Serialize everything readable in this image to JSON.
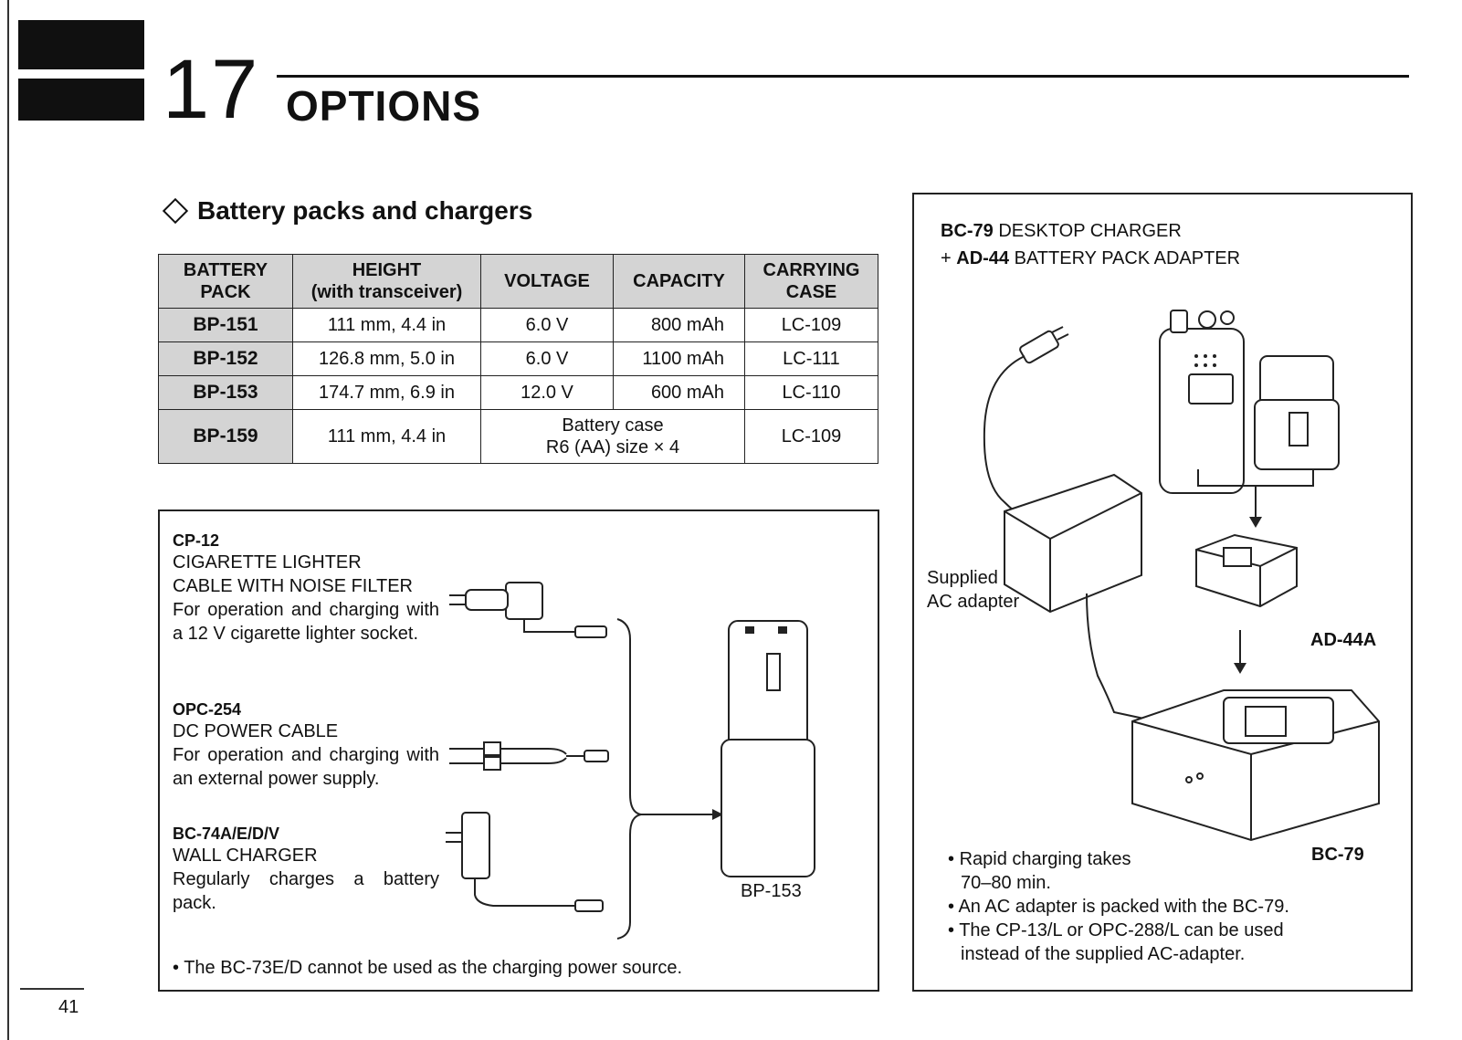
{
  "header": {
    "chapter_number": "17",
    "chapter_title": "OPTIONS"
  },
  "section": {
    "heading": "Battery packs and chargers"
  },
  "table": {
    "headers": [
      {
        "line1": "BATTERY",
        "line2": "PACK"
      },
      {
        "line1": "HEIGHT",
        "line2": "(with transceiver)"
      },
      {
        "line1": "VOLTAGE",
        "line2": ""
      },
      {
        "line1": "CAPACITY",
        "line2": ""
      },
      {
        "line1": "CARRYING",
        "line2": "CASE"
      }
    ],
    "rows": [
      {
        "pack": "BP-151",
        "height": "111 mm, 4.4 in",
        "voltage": "6.0 V",
        "capacity": "800 mAh",
        "case": "LC-109"
      },
      {
        "pack": "BP-152",
        "height": "126.8 mm, 5.0 in",
        "voltage": "6.0 V",
        "capacity": "1100 mAh",
        "case": "LC-111"
      },
      {
        "pack": "BP-153",
        "height": "174.7 mm, 6.9 in",
        "voltage": "12.0 V",
        "capacity": "600 mAh",
        "case": "LC-110"
      },
      {
        "pack": "BP-159",
        "height": "111 mm, 4.4 in",
        "merged_line1": "Battery case",
        "merged_line2": "R6 (AA) size × 4",
        "case": "LC-109"
      }
    ]
  },
  "left_box": {
    "items": [
      {
        "model": "CP-12",
        "name_line1": "CIGARETTE LIGHTER",
        "name_line2": "CABLE WITH NOISE FILTER",
        "description": "For operation and charging with a 12 V cigarette lighter socket."
      },
      {
        "model": "OPC-254",
        "name_line1": "DC POWER CABLE",
        "name_line2": "",
        "description": "For operation and charging with an external power supply."
      },
      {
        "model": "BC-74A/E/D/V",
        "name_line1": "WALL CHARGER",
        "name_line2": "",
        "description": "Regularly charges a battery pack."
      }
    ],
    "battery_label": "BP-153",
    "note": "The BC-73E/D cannot be used as the charging power source."
  },
  "right_box": {
    "title_model": "BC-79",
    "title_text": "DESKTOP CHARGER",
    "subtitle_prefix": "+",
    "subtitle_model": "AD-44",
    "subtitle_text": "BATTERY PACK ADAPTER",
    "label_ac_line1": "Supplied",
    "label_ac_line2": "AC adapter",
    "label_adapter": "AD-44A",
    "label_charger": "BC-79",
    "notes": [
      {
        "line1": "Rapid charging takes",
        "line2": "70–80 min."
      },
      {
        "line1": "An AC adapter is packed with the BC-79.",
        "line2": ""
      },
      {
        "line1": "The CP-13/L or OPC-288/L can be used",
        "line2": "instead of the supplied AC-adapter."
      }
    ]
  },
  "footer": {
    "page_number": "41"
  }
}
